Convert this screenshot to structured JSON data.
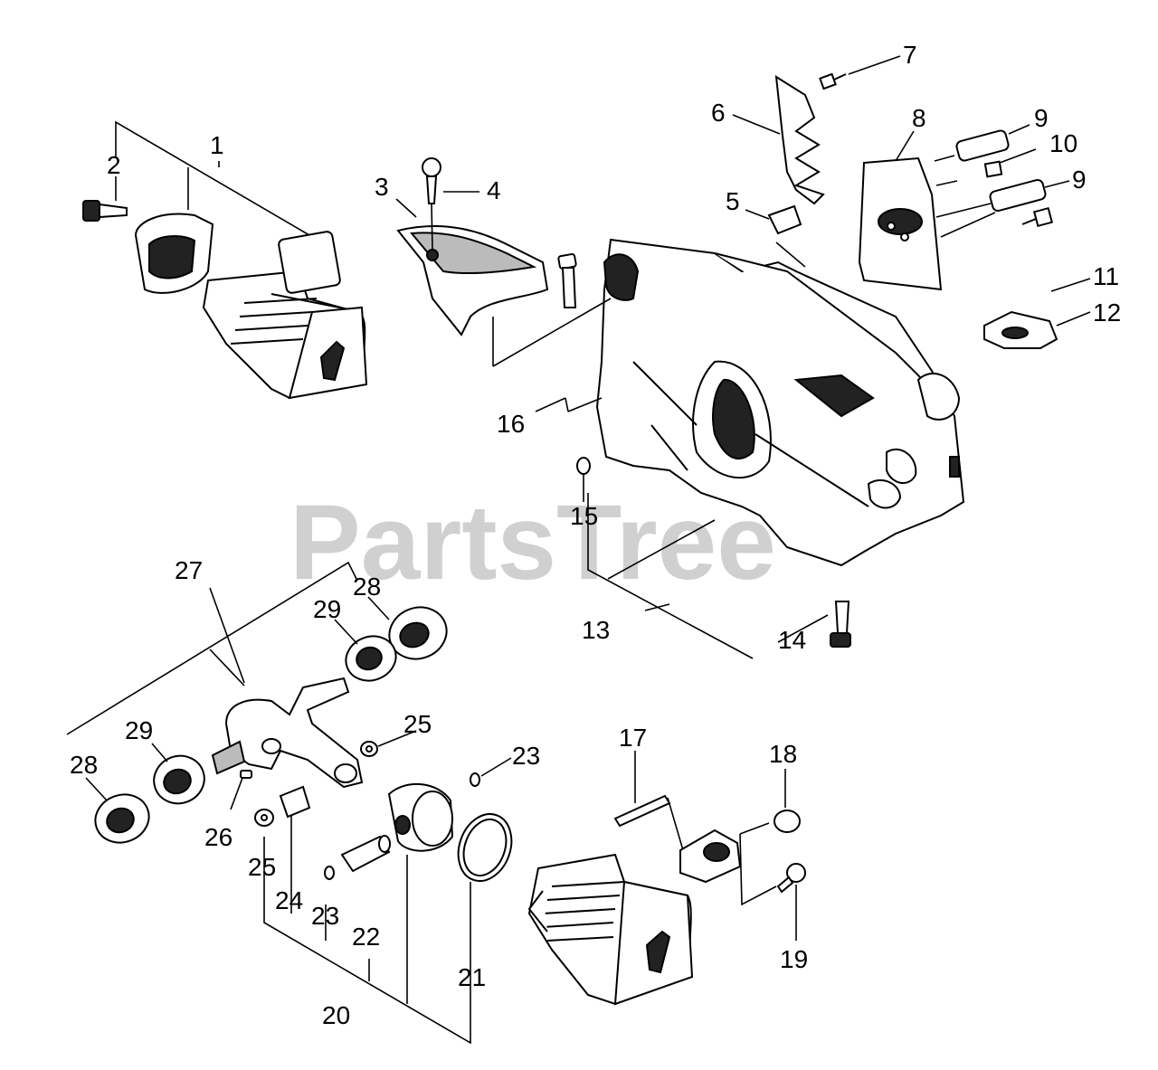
{
  "watermark": {
    "text": "PartsTree",
    "trademark": "™"
  },
  "labels": {
    "l1": "1",
    "l2": "2",
    "l3": "3",
    "l4": "4",
    "l5": "5",
    "l6": "6",
    "l7": "7",
    "l8": "8",
    "l9a": "9",
    "l9b": "9",
    "l10": "10",
    "l11": "11",
    "l12": "12",
    "l13": "13",
    "l14": "14",
    "l15": "15",
    "l16": "16",
    "l17": "17",
    "l18": "18",
    "l19": "19",
    "l20": "20",
    "l21": "21",
    "l22": "22",
    "l23a": "23",
    "l23b": "23",
    "l24": "24",
    "l25a": "25",
    "l25b": "25",
    "l26": "26",
    "l27": "27",
    "l28a": "28",
    "l28b": "28",
    "l29a": "29",
    "l29b": "29"
  }
}
